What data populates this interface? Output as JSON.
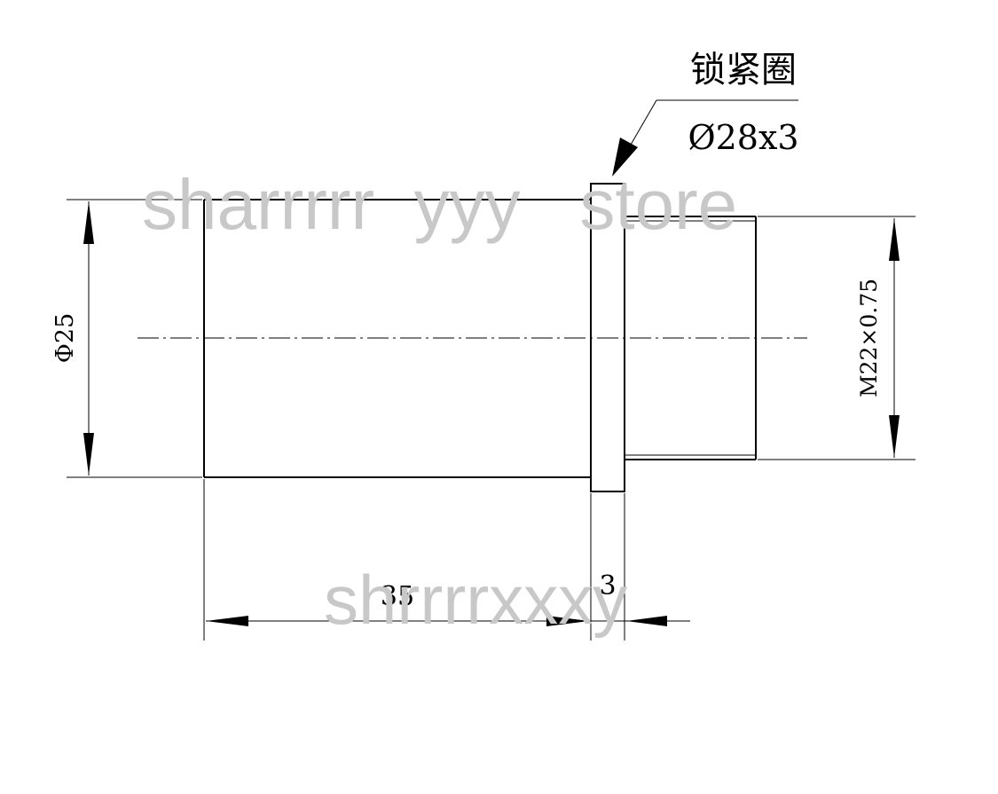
{
  "callout": {
    "title": "锁紧圈",
    "spec": "Ø28x3"
  },
  "dimensions": {
    "diameter_left": "Φ25",
    "thread": "M22×0.75",
    "length_main": "35",
    "length_ring": "3"
  },
  "watermarks": {
    "top": "sharrrrr  yyy   store",
    "bottom": "shrrrrxxxy"
  }
}
